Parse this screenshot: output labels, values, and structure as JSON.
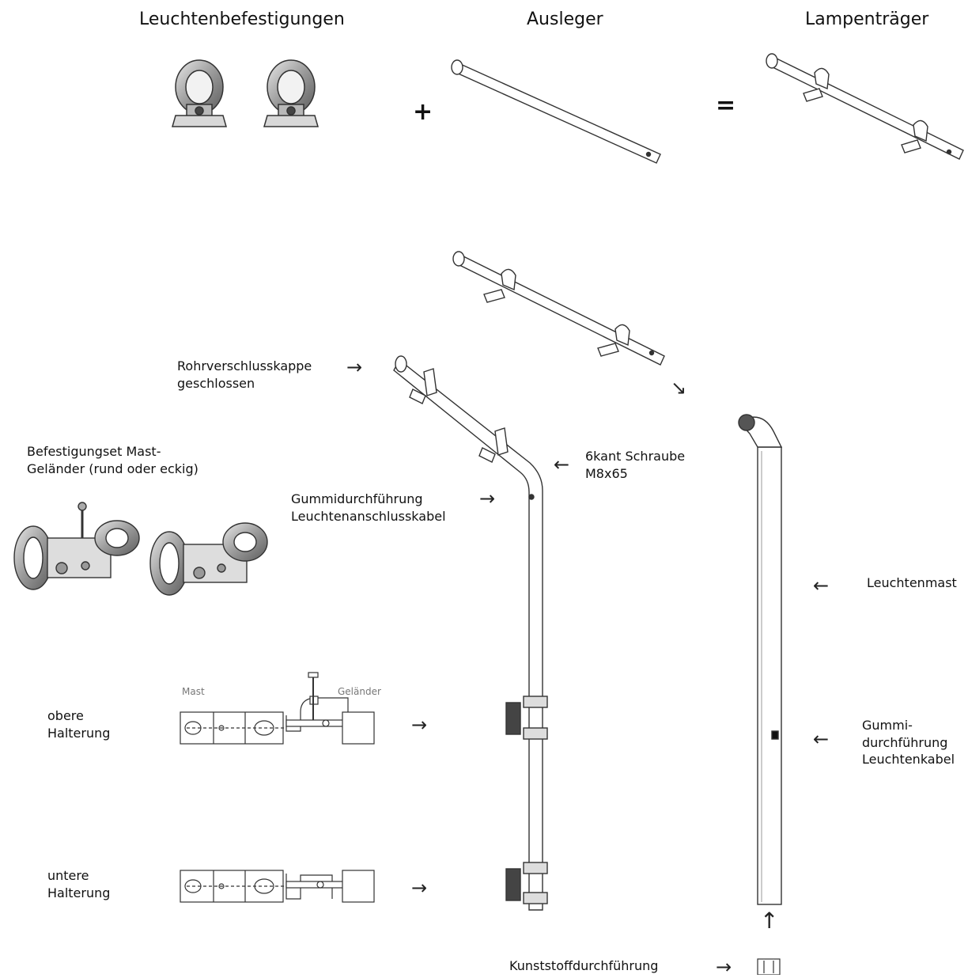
{
  "headings": {
    "fixings": "Leuchtenbefestigungen",
    "arm": "Ausleger",
    "lamp_carrier": "Lampenträger"
  },
  "symbols": {
    "plus": "+",
    "equals": "="
  },
  "labels": {
    "cap_line1": "Rohrverschlusskappe",
    "cap_line2": "geschlossen",
    "screw_line1": "6kant Schraube",
    "screw_line2": "M8x65",
    "grommet_line1": "Gummidurchführung",
    "grommet_line2": "Leuchtenanschlusskabel",
    "set_line1": "Befestigungset Mast-",
    "set_line2": "Geländer (rund oder eckig)",
    "mast_small": "Mast",
    "railing_small": "Geländer",
    "upper_line1": "obere",
    "upper_line2": "Halterung",
    "lower_line1": "untere",
    "lower_line2": "Halterung",
    "lamp_mast": "Leuchtenmast",
    "rubber_line1": "Gummi-",
    "rubber_line2": "durchführung",
    "rubber_line3": "Leuchtenkabel",
    "plastic": "Kunststoffdurchführung"
  },
  "arrows": {
    "right": "→",
    "left": "←",
    "up": "↑",
    "down_right": "↘"
  }
}
